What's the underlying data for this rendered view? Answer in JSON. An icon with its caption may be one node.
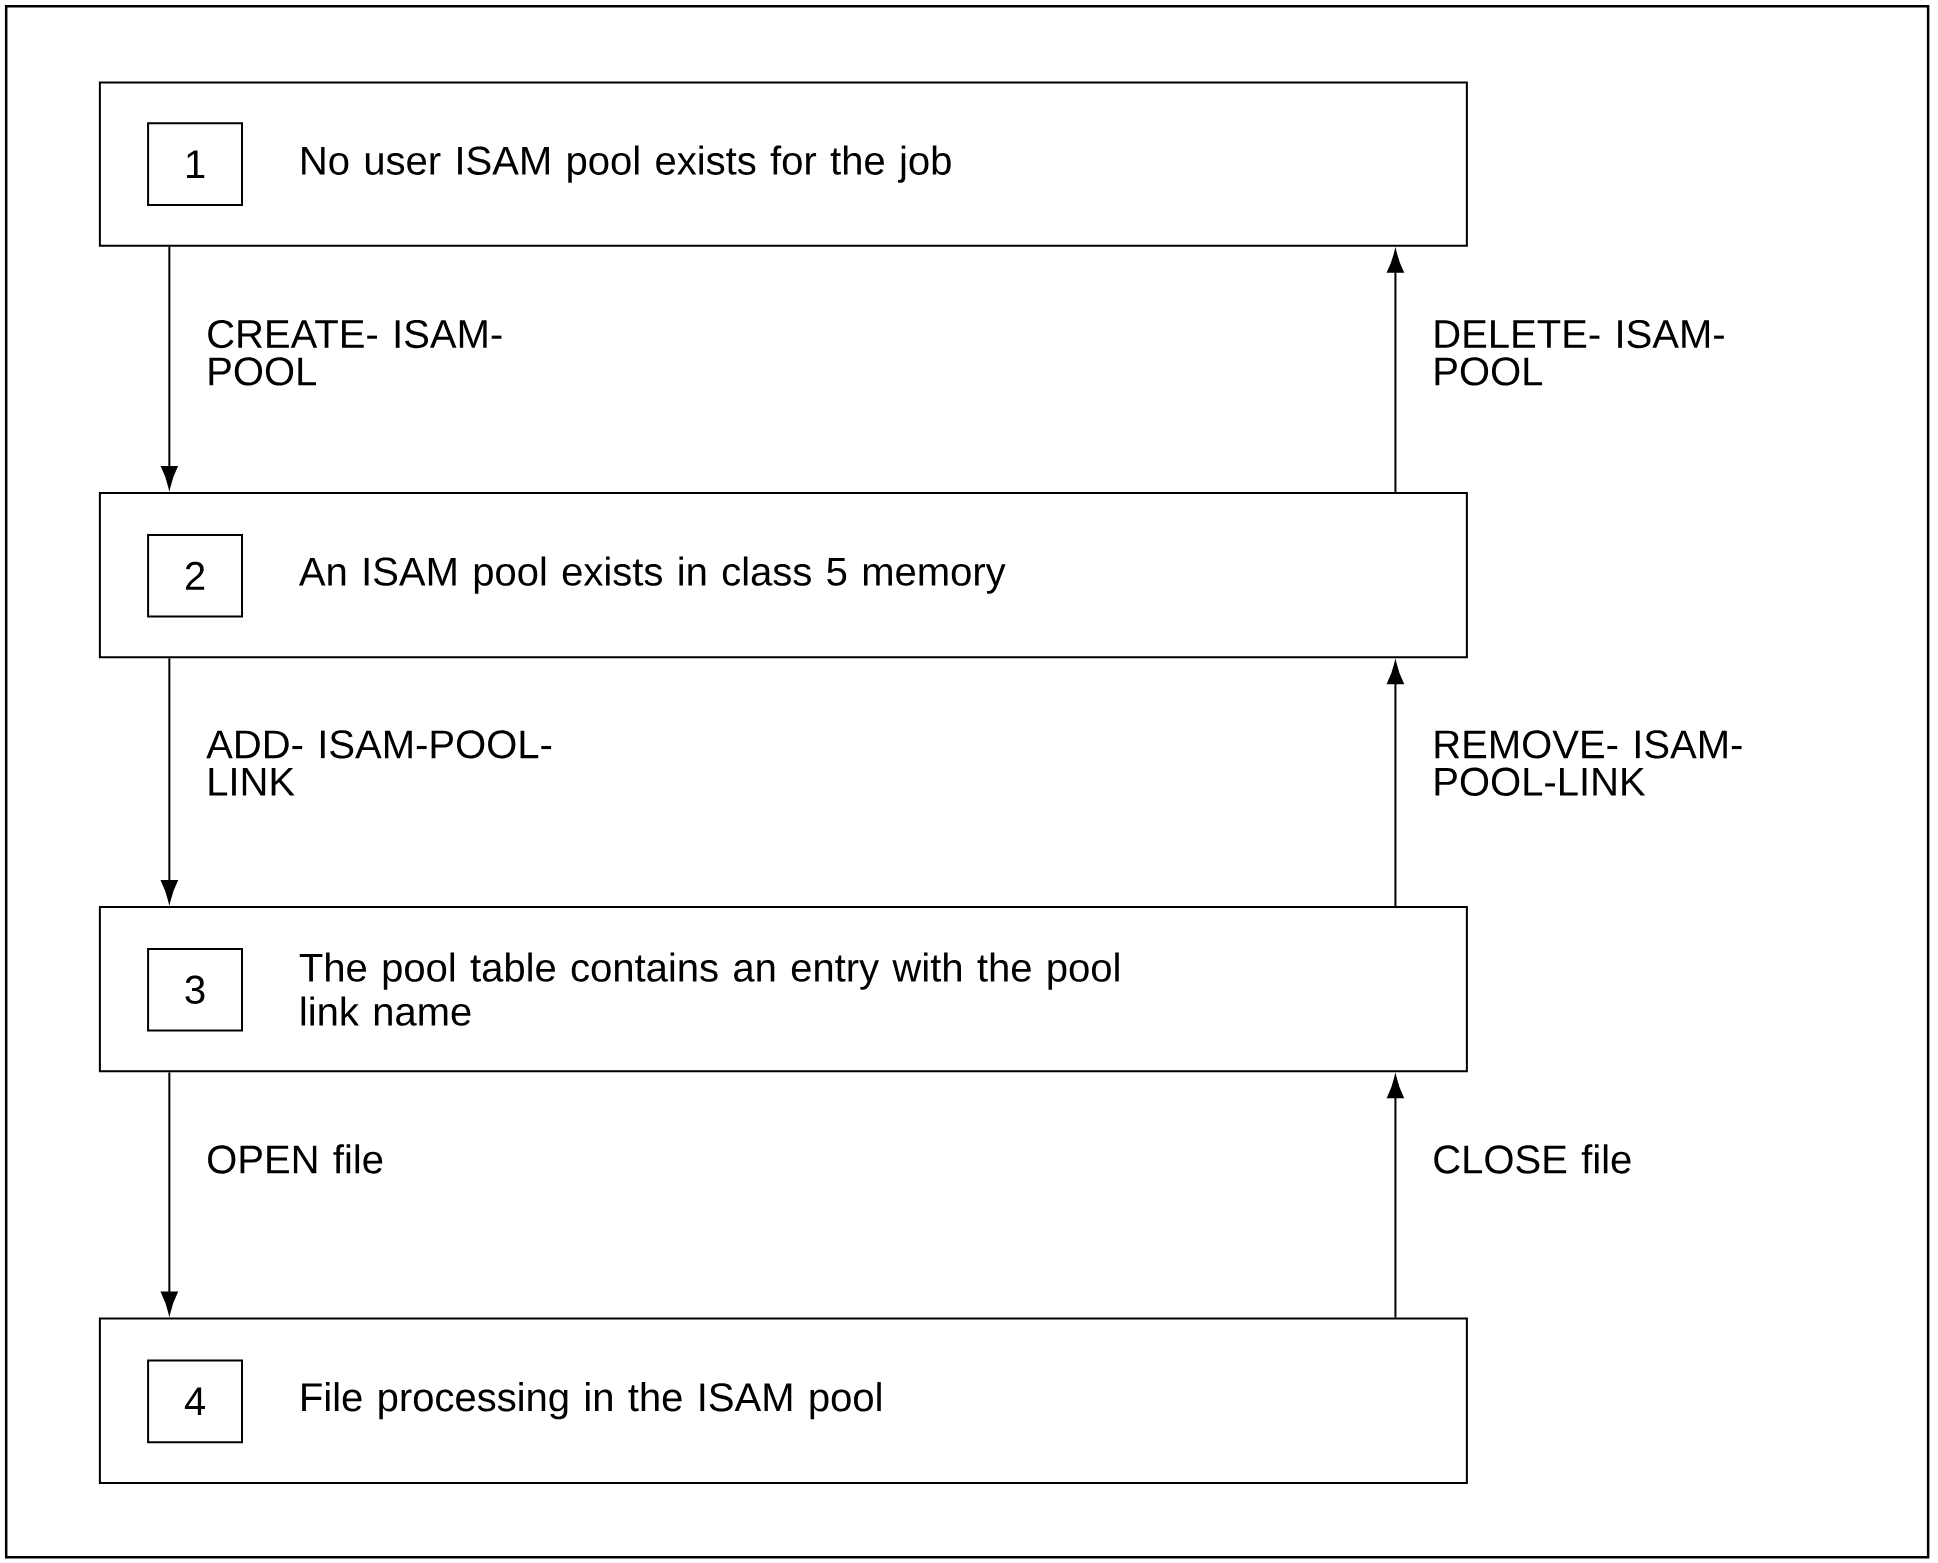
{
  "diagram": {
    "nodes": [
      {
        "text": [
          "No user ISAM pool exists for the job"
        ]
      },
      {
        "text": [
          "1"
        ],
        "in": 0
      },
      {
        "text": [
          "An ISAM pool exists in class 5 memory"
        ]
      },
      {
        "text": [
          "2"
        ],
        "in": 2
      },
      {
        "text": [
          "The pool table contains an entry with the pool link name"
        ]
      },
      {
        "text": [
          "3"
        ],
        "in": 4
      },
      {
        "text": [
          "File processing in the ISAM pool"
        ]
      },
      {
        "text": [
          "4"
        ],
        "in": 6
      }
    ],
    "edges": [
      {
        "from": 0,
        "to": 2,
        "arrow": "to",
        "label": "CREATE- ISAM-POOL"
      },
      {
        "from": 2,
        "to": 0,
        "arrow": "to",
        "label": "DELETE- ISAM-POOL"
      },
      {
        "from": 2,
        "to": 4,
        "arrow": "to",
        "label": "ADD- ISAM-POOL-LINK"
      },
      {
        "from": 4,
        "to": 2,
        "arrow": "to",
        "label": "REMOVE- ISAM-POOL-LINK"
      },
      {
        "from": 4,
        "to": 6,
        "arrow": "to",
        "label": "OPEN file"
      },
      {
        "from": 6,
        "to": 4,
        "arrow": "to",
        "label": "CLOSE file"
      }
    ]
  }
}
